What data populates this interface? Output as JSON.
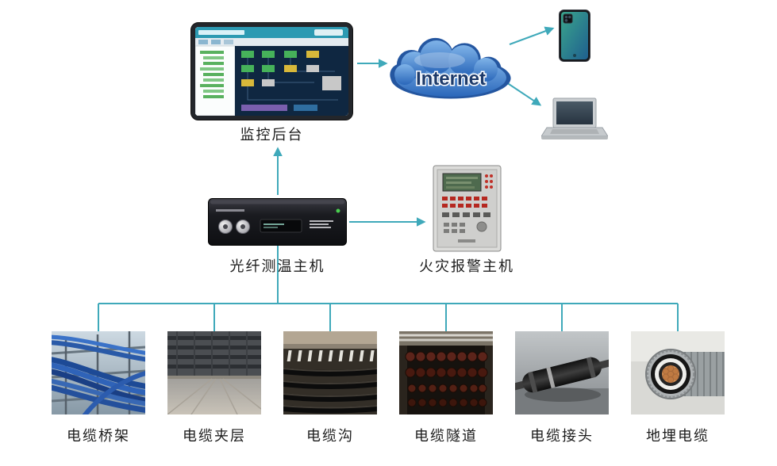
{
  "colors": {
    "connector": "#3fa9ba",
    "cloud_text": "#1d3a6a",
    "label_text": "#1c1c1c"
  },
  "nodes": {
    "monitor": {
      "label": "监控后台"
    },
    "internet": {
      "label": "Internet"
    },
    "phone": {
      "icon": "smartphone-icon"
    },
    "laptop": {
      "icon": "laptop-icon"
    },
    "fiber_host": {
      "label": "光纤测温主机"
    },
    "fire_alarm": {
      "label": "火灾报警主机"
    }
  },
  "endpoints": [
    {
      "label": "电缆桥架"
    },
    {
      "label": "电缆夹层"
    },
    {
      "label": "电缆沟"
    },
    {
      "label": "电缆隧道"
    },
    {
      "label": "电缆接头"
    },
    {
      "label": "地埋电缆"
    }
  ],
  "connections": [
    {
      "from": "monitor",
      "to": "internet",
      "arrow": true
    },
    {
      "from": "internet",
      "to": "phone",
      "arrow": true
    },
    {
      "from": "internet",
      "to": "laptop",
      "arrow": true
    },
    {
      "from": "fiber_host",
      "to": "monitor",
      "arrow": true
    },
    {
      "from": "fiber_host",
      "to": "fire_alarm",
      "arrow": true
    },
    {
      "from": "fiber_host",
      "to": "endpoints",
      "arrow": false
    }
  ]
}
